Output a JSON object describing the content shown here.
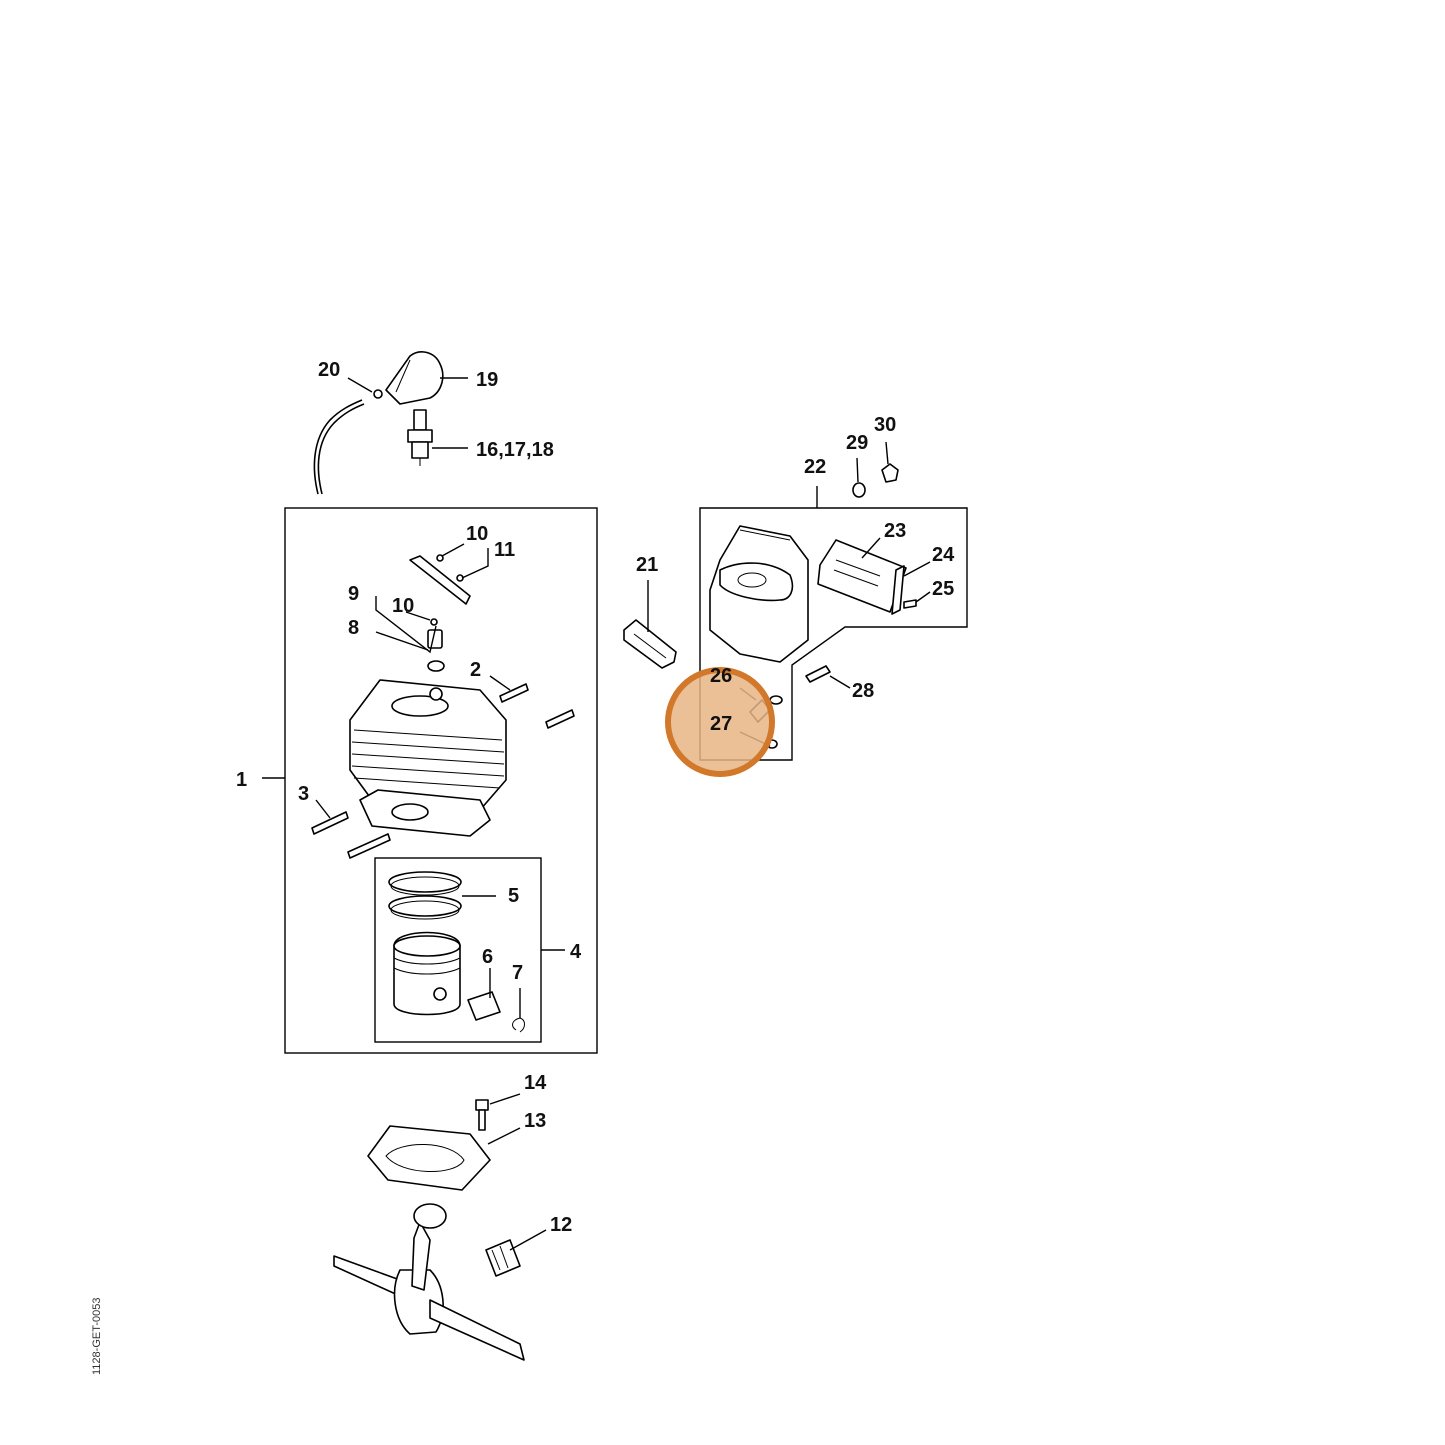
{
  "callouts": {
    "c1": "1",
    "c2": "2",
    "c3": "3",
    "c4": "4",
    "c5": "5",
    "c6": "6",
    "c7": "7",
    "c8": "8",
    "c9": "9",
    "c10a": "10",
    "c10b": "10",
    "c11": "11",
    "c12": "12",
    "c13": "13",
    "c14": "14",
    "c16": "16,17,18",
    "c19": "19",
    "c20": "20",
    "c21": "21",
    "c22": "22",
    "c23": "23",
    "c24": "24",
    "c25": "25",
    "c26": "26",
    "c27": "27",
    "c28": "28",
    "c29": "29",
    "c30": "30"
  },
  "highlight": {
    "color": "#d2782a",
    "fill": "#e8b585"
  },
  "drawing_code": "1128-GET-0053"
}
